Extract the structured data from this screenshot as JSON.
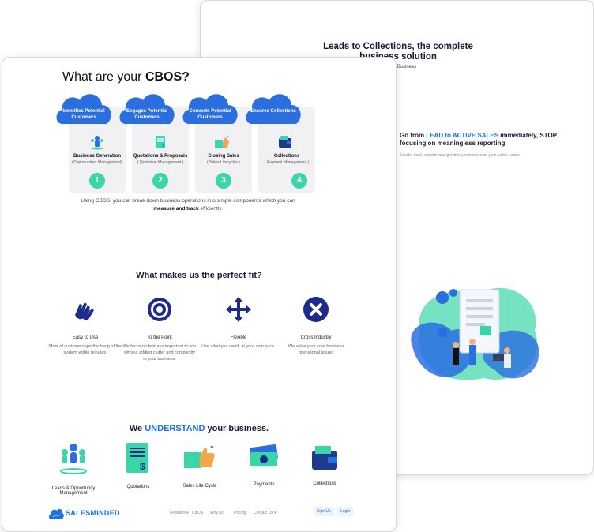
{
  "back_page": {
    "title": "Leads to Collections, the complete business solution",
    "subtitle": "ate Your Business",
    "headline_prefix": "Go from ",
    "headline_highlight": "LEAD to ACTIVE SALES",
    "headline_suffix": " immediately, STOP focusing on meaningless reporting.",
    "small_text": "Create, track, monitor and get timely reminders on your active Leads"
  },
  "cbos": {
    "title_prefix": "What are your ",
    "title_bold": "CBOS?",
    "steps": [
      {
        "cloud": "Identifies Potential Customers",
        "title": "Business Generation",
        "sub": "(Opportunities Management)",
        "num": "1"
      },
      {
        "cloud": "Engages Potential Customers",
        "title": "Quotations & Proposals",
        "sub": "( Quotation Management )",
        "num": "2"
      },
      {
        "cloud": "Converts Potential Customers",
        "title": "Closing Sales",
        "sub": "( Sales Lifecycles )",
        "num": "3"
      },
      {
        "cloud": "Ensures Collections",
        "title": "Collections",
        "sub": "( Payment Management )",
        "num": "4"
      }
    ],
    "desc_prefix": "Using CBOS, you can break down business operations into simple components which you can",
    "desc_bold": "measure and track",
    "desc_suffix": " efficiently."
  },
  "fit": {
    "title": "What makes us the perfect fit?",
    "items": [
      {
        "icon": "hands-icon",
        "label": "Easy to Use",
        "desc": "Most of customers get the hang of the system within minutes."
      },
      {
        "icon": "target-icon",
        "label": "To the Point",
        "desc": "We focus on features important to you without adding clutter and complexity to your business."
      },
      {
        "icon": "move-arrows-icon",
        "label": "Flexible",
        "desc": "Use what you need, at your own pace."
      },
      {
        "icon": "close-circle-icon",
        "label": "Cross Industry",
        "desc": "We solve your core business operational issues"
      }
    ]
  },
  "understand": {
    "title_prefix": "We ",
    "title_highlight": "UNDERSTAND",
    "title_suffix": " your business.",
    "items": [
      {
        "icon": "people-icon",
        "label": "Leads & Opportunity Management"
      },
      {
        "icon": "document-dollar-icon",
        "label": "Quotations"
      },
      {
        "icon": "thumbs-up-icon",
        "label": "Sales Life Cycle"
      },
      {
        "icon": "money-icon",
        "label": "Payments"
      },
      {
        "icon": "wallet-icon",
        "label": "Collections"
      }
    ]
  },
  "footer": {
    "logo": "SALESMINDED",
    "nav": [
      "Features ▾",
      "CBOS",
      "Why us",
      "Pricing",
      "Contact Us ▾"
    ],
    "signup": "Sign Up",
    "login": "Login"
  },
  "colors": {
    "brand_blue": "#1a6fe8",
    "cloud_blue": "#2a6ee0",
    "accent_green": "#3ad6a8",
    "navy": "#1e2a8c"
  }
}
